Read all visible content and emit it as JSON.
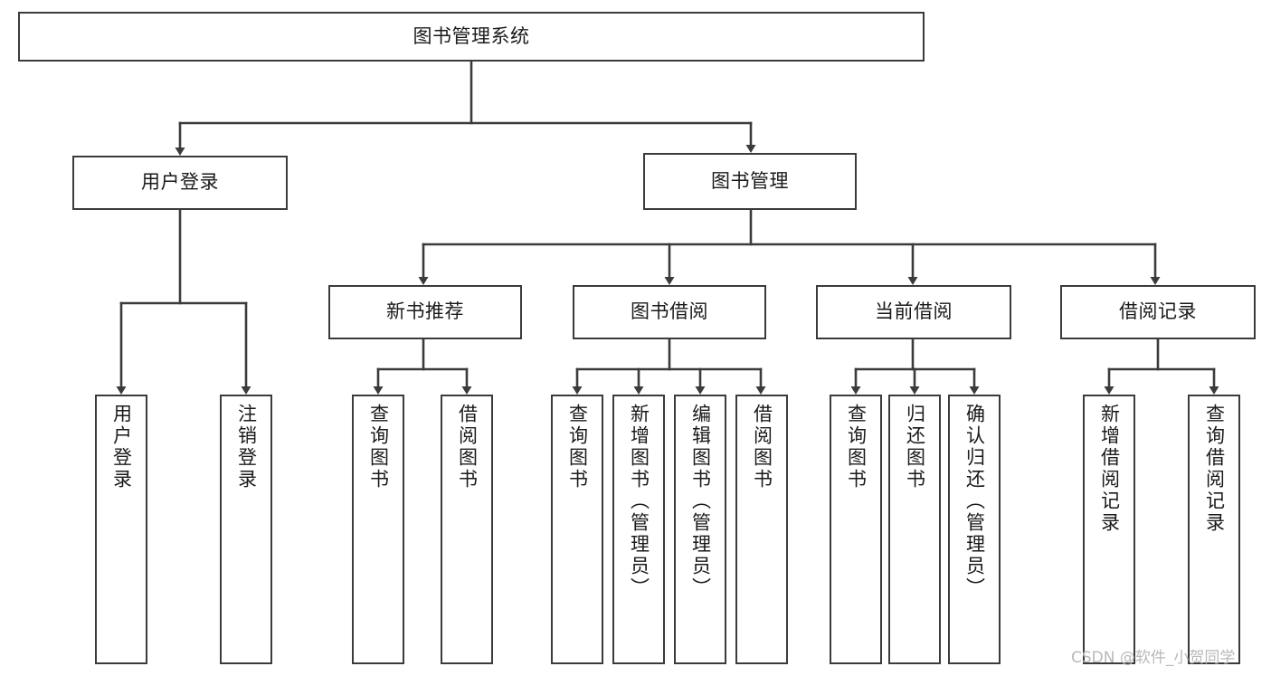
{
  "diagram": {
    "title": "图书管理系统",
    "type": "tree",
    "watermark": "CSDN @软件_小贺同学",
    "style": {
      "border_color": "#3b3b3b",
      "fill_color": "#ffffff",
      "text_color": "#1a1a1a",
      "background": "#ffffff",
      "watermark_color": "#b9b9b9"
    },
    "nodes": {
      "root": {
        "label": "图书管理系统"
      },
      "level2": [
        {
          "id": "user-login",
          "label": "用户登录"
        },
        {
          "id": "book-management",
          "label": "图书管理"
        }
      ],
      "level3": [
        {
          "id": "new-book-recommend",
          "label": "新书推荐"
        },
        {
          "id": "book-borrow",
          "label": "图书借阅"
        },
        {
          "id": "current-borrow",
          "label": "当前借阅"
        },
        {
          "id": "borrow-record",
          "label": "借阅记录"
        }
      ],
      "leaves": {
        "user-login": [
          {
            "id": "user-login-leaf",
            "label": "用户登录"
          },
          {
            "id": "logout-leaf",
            "label": "注销登录"
          }
        ],
        "new-book-recommend": [
          {
            "id": "query-book-1",
            "label": "查询图书"
          },
          {
            "id": "borrow-book-1",
            "label": "借阅图书"
          }
        ],
        "book-borrow": [
          {
            "id": "query-book-2",
            "label": "查询图书"
          },
          {
            "id": "add-book",
            "label": "新增图书（管理员）"
          },
          {
            "id": "edit-book",
            "label": "编辑图书（管理员）"
          },
          {
            "id": "borrow-book-2",
            "label": "借阅图书"
          }
        ],
        "current-borrow": [
          {
            "id": "query-book-3",
            "label": "查询图书"
          },
          {
            "id": "return-book",
            "label": "归还图书"
          },
          {
            "id": "confirm-return",
            "label": "确认归还（管理员）"
          }
        ],
        "borrow-record": [
          {
            "id": "add-borrow-record",
            "label": "新增借阅记录"
          },
          {
            "id": "query-borrow-record",
            "label": "查询借阅记录"
          }
        ]
      }
    }
  }
}
